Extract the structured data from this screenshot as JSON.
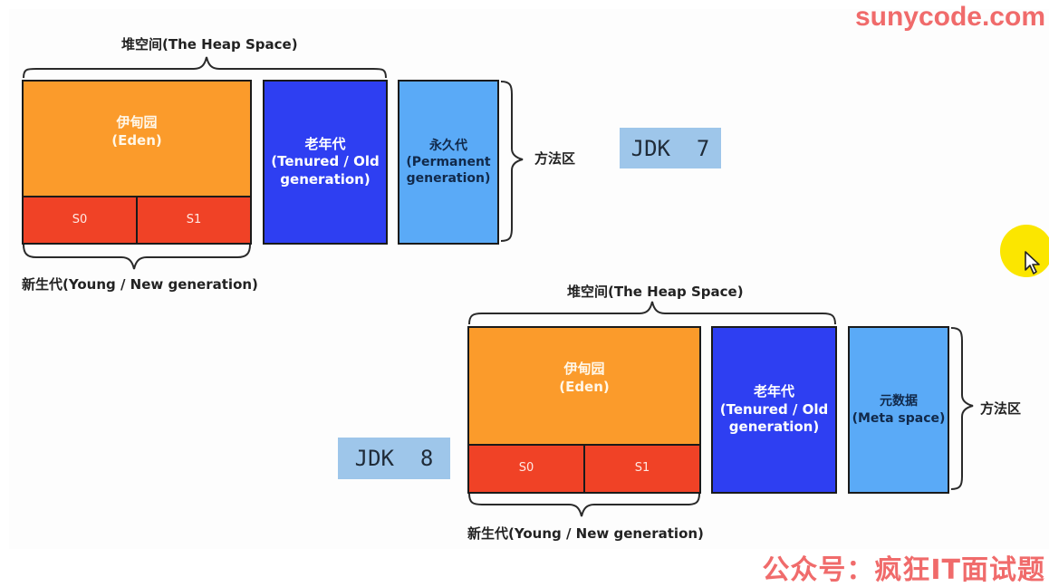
{
  "watermark": {
    "site": "sunycode.com",
    "wechat": "公众号：疯狂IT面试题"
  },
  "jdk7": {
    "badge": "JDK  7",
    "heap_label": "堆空间(The Heap Space)",
    "eden_cn": "伊甸园",
    "eden_en": "(Eden)",
    "s0": "S0",
    "s1": "S1",
    "old_cn": "老年代",
    "old_en1": "(Tenured / Old",
    "old_en2": "generation)",
    "perm_cn": "永久代",
    "perm_en1": "(Permanent",
    "perm_en2": "generation)",
    "method_area": "方法区",
    "young_label": "新生代(Young / New generation)"
  },
  "jdk8": {
    "badge": "JDK  8",
    "heap_label": "堆空间(The Heap Space)",
    "eden_cn": "伊甸园",
    "eden_en": "(Eden)",
    "s0": "S0",
    "s1": "S1",
    "old_cn": "老年代",
    "old_en1": "(Tenured / Old",
    "old_en2": "generation)",
    "meta_cn": "元数据",
    "meta_en": "(Meta space)",
    "method_area": "方法区",
    "young_label": "新生代(Young / New generation)"
  },
  "colors": {
    "eden": "#fb9b2b",
    "survivor": "#f04226",
    "old": "#2e3ff2",
    "perm_meta": "#5aaaf7",
    "jdk_badge": "#9ec6ea",
    "watermark": "#f06b6b",
    "cursor_highlight": "#fbe600"
  },
  "icons": [
    "cursor-highlight-icon",
    "mouse-pointer-icon"
  ]
}
